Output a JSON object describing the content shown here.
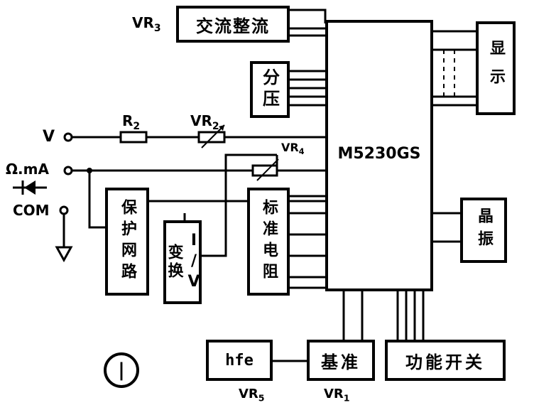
{
  "blocks": {
    "ac_rectifier": "交流整流",
    "divider": "分压",
    "display": "显示",
    "chip": "M5230GS",
    "protection": "保护网路",
    "iv_convert": "I/V变换",
    "standard_resistor": "标准电阻",
    "crystal": "晶振",
    "hfe": "hfe",
    "reference": "基准",
    "function_switch": "功能开关"
  },
  "labels": {
    "vr3": "VR3",
    "r2": "R2",
    "vr2": "VR2",
    "vr4": "VR4",
    "vr5": "VR5",
    "vr1": "VR1",
    "v_terminal": "V",
    "ohm_ma_terminal": "Ω.mA",
    "com_terminal": "COM",
    "figure_number": "①"
  }
}
